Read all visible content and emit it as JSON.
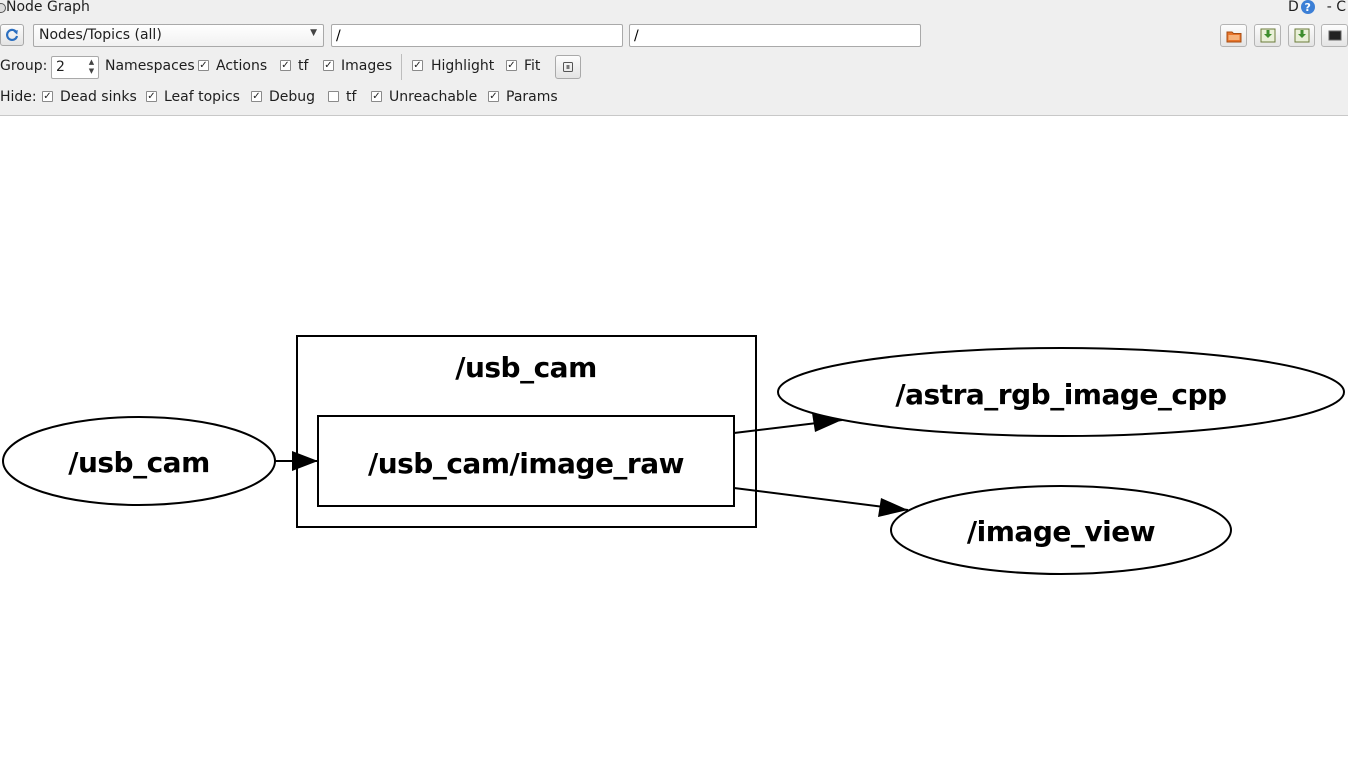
{
  "window": {
    "title": "Node Graph",
    "right_fragment": "D",
    "help_label": "?",
    "dash": "- C"
  },
  "toolbar": {
    "graph_type": "Nodes/Topics (all)",
    "node_filter": "/",
    "topic_filter": "/",
    "buttons": [
      "load-dot-icon",
      "save-dot-icon",
      "save-svg-icon",
      "save-image-icon"
    ]
  },
  "options": {
    "group_label": "Group:",
    "group_value": "2",
    "namespaces_label": "Namespaces",
    "actions": {
      "label": "Actions",
      "checked": true
    },
    "tf": {
      "label": "tf",
      "checked": true
    },
    "images": {
      "label": "Images",
      "checked": true
    },
    "highlight": {
      "label": "Highlight",
      "checked": true
    },
    "fit": {
      "label": "Fit",
      "checked": true
    }
  },
  "hide": {
    "label": "Hide:",
    "dead_sinks": {
      "label": "Dead sinks",
      "checked": true
    },
    "leaf_topics": {
      "label": "Leaf topics",
      "checked": true
    },
    "debug": {
      "label": "Debug",
      "checked": true
    },
    "tf": {
      "label": "tf",
      "checked": false
    },
    "unreachable": {
      "label": "Unreachable",
      "checked": true
    },
    "params": {
      "label": "Params",
      "checked": true
    }
  },
  "graph": {
    "nodes": {
      "usb_cam": "/usb_cam",
      "astra": "/astra_rgb_image_cpp",
      "image_view": "/image_view"
    },
    "group_label": "/usb_cam",
    "topic": "/usb_cam/image_raw"
  }
}
